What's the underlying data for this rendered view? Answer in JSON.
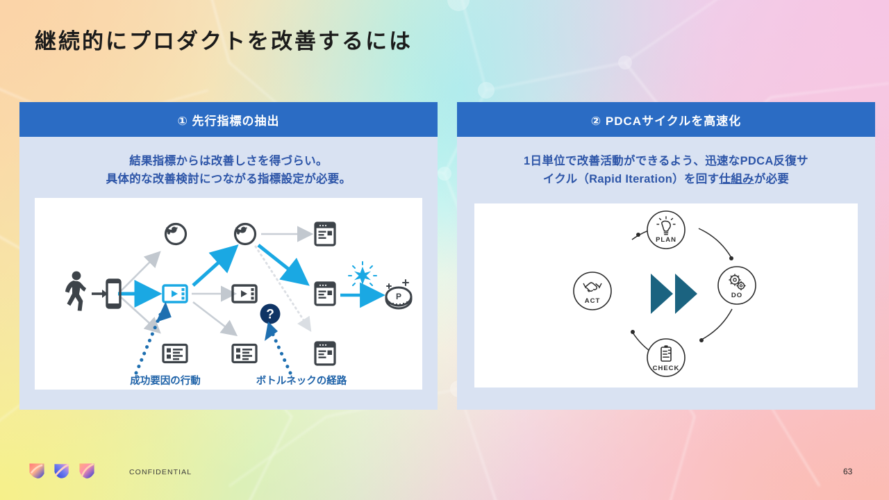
{
  "slide": {
    "title": "継続的にプロダクトを改善するには",
    "page_number": "63",
    "confidential_label": "CONFIDENTIAL",
    "accent_blue": "#2b6cc4",
    "panel_body_blue": "#d9e2f2",
    "text_blue": "#2d55a8",
    "cyan": "#20a7e0",
    "navy": "#0f3465"
  },
  "panels": {
    "left": {
      "header": "① 先行指標の抽出",
      "lead_line1": "結果指標からは改善しさを得づらい。",
      "lead_line2": "具体的な改善検討につながる指標設定が必要。",
      "figure": {
        "caption_success": "成功要因の行動",
        "caption_bottleneck": "ボトルネックの経路",
        "question_mark": "?",
        "coin_label": "P",
        "icons": [
          "walking-person-icon",
          "phone-login-icon",
          "twitter-circle-icon",
          "video-player-icon",
          "article-card-icon",
          "browser-window-icon",
          "sparkle-star-icon",
          "coin-icon"
        ]
      }
    },
    "right": {
      "header": "② PDCAサイクルを高速化",
      "lead_line1": "1日単位で改善活動ができるよう、迅速なPDCA反復サ",
      "lead_line2_a": "イクル（Rapid Iteration）を回す",
      "lead_line2_underlined": "仕組み",
      "lead_line2_b": "が必要",
      "figure": {
        "nodes": [
          {
            "label": "PLAN",
            "icon": "lightbulb-icon",
            "position": "top"
          },
          {
            "label": "DO",
            "icon": "gears-icon",
            "position": "right"
          },
          {
            "label": "CHECK",
            "icon": "clipboard-icon",
            "position": "bottom"
          },
          {
            "label": "ACT",
            "icon": "handshake-icon",
            "position": "left"
          }
        ],
        "center_icon": "fast-forward-icon"
      }
    }
  }
}
